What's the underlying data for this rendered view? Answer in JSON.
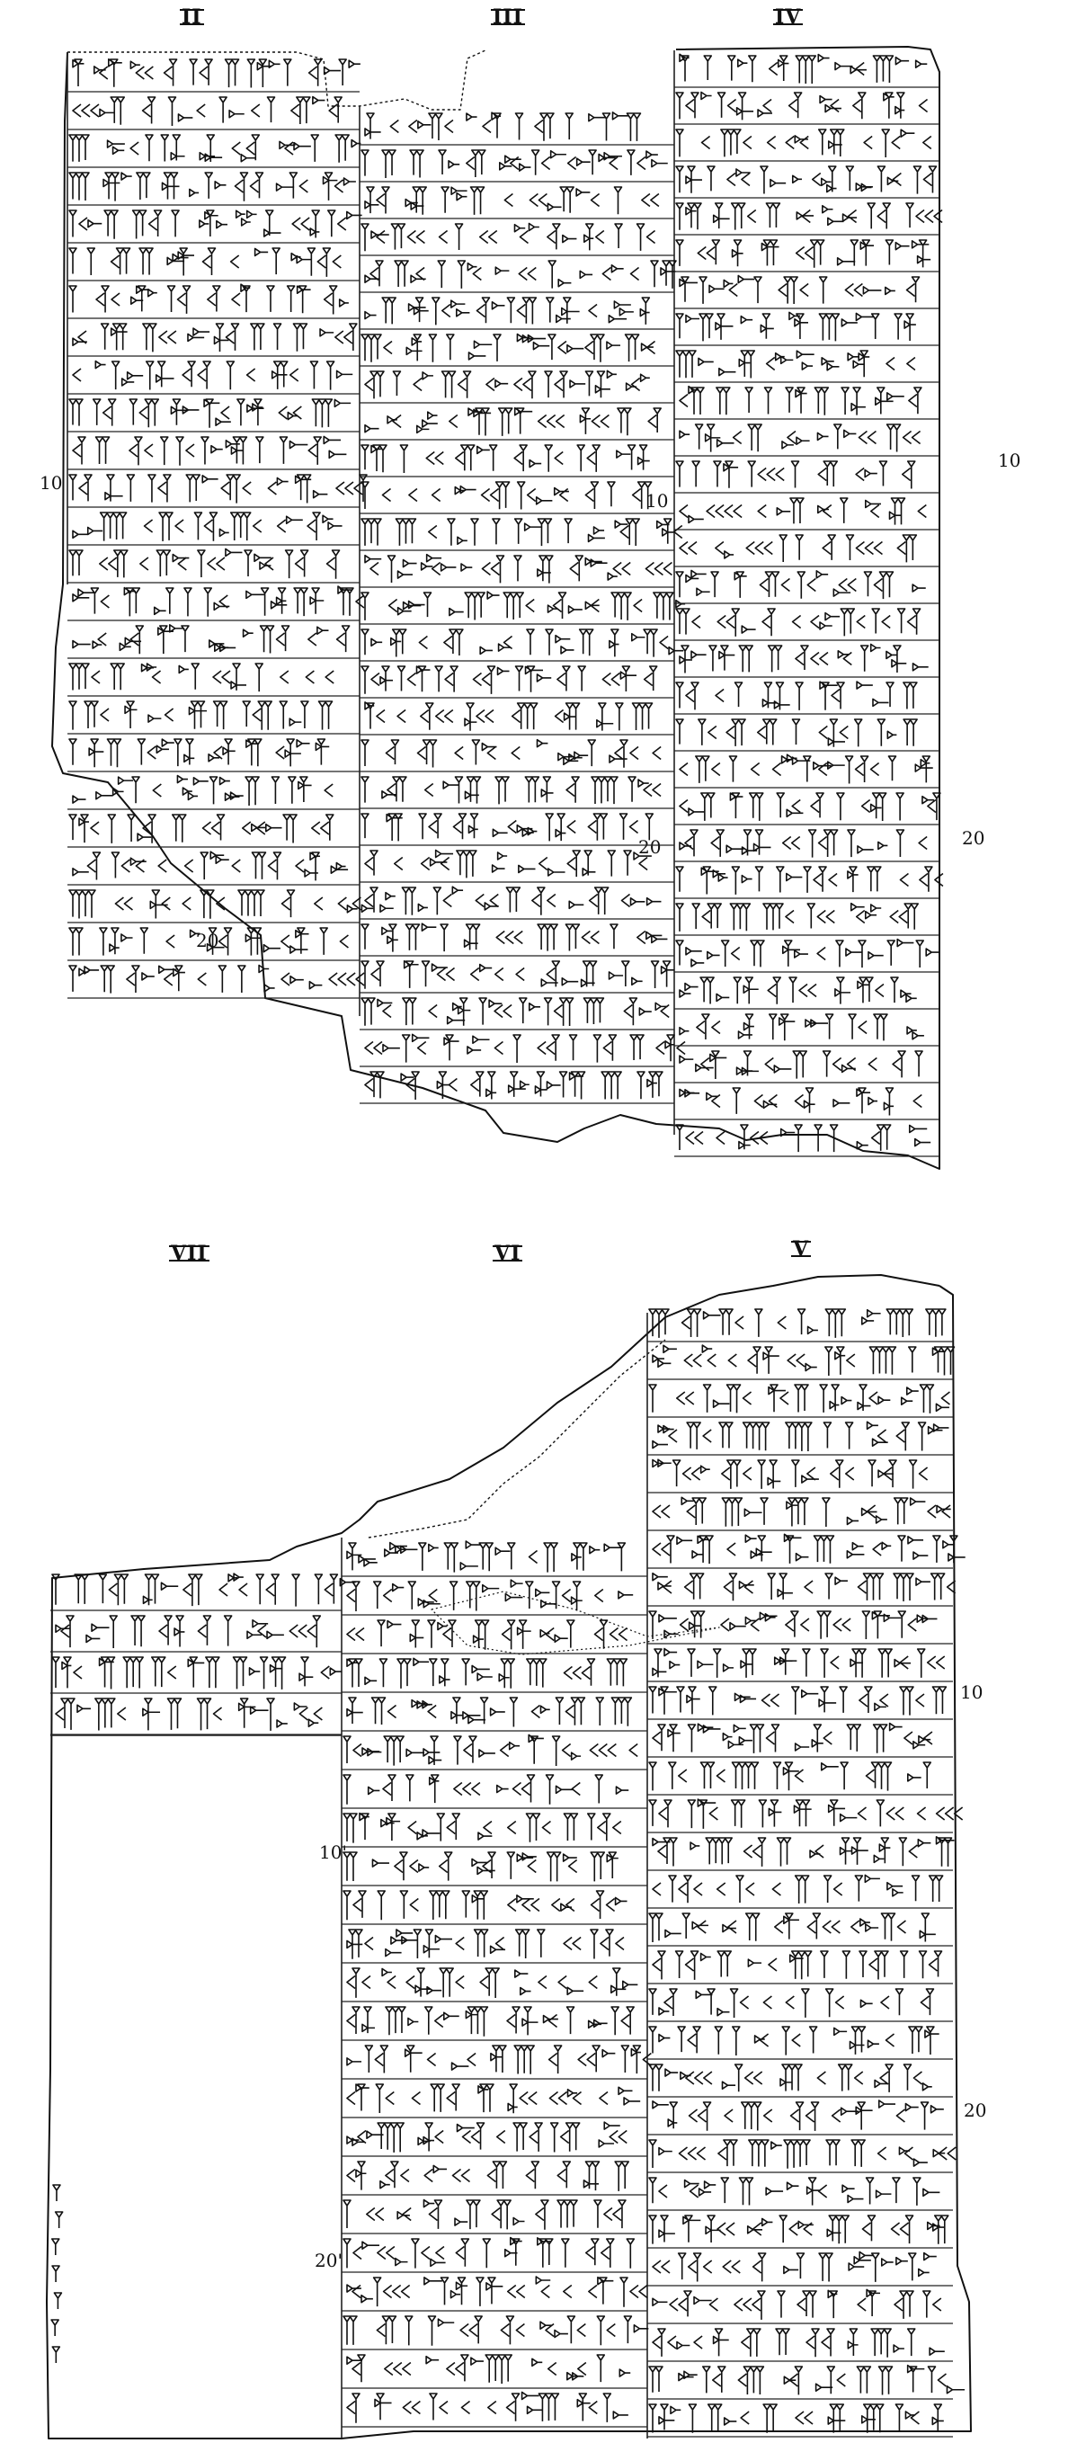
{
  "plate_obverse": {
    "column_labels": [
      "II",
      "III",
      "IV"
    ],
    "line_numbers": {
      "col_ii": [
        "10",
        "20"
      ],
      "col_iii": [
        "10",
        "20"
      ],
      "col_iv": [
        "10",
        "20"
      ]
    }
  },
  "plate_reverse": {
    "column_labels": [
      "VII",
      "VI",
      "V"
    ],
    "line_numbers": {
      "col_vi": [
        "10'",
        "20'"
      ],
      "col_v": [
        "10",
        "20"
      ]
    }
  }
}
